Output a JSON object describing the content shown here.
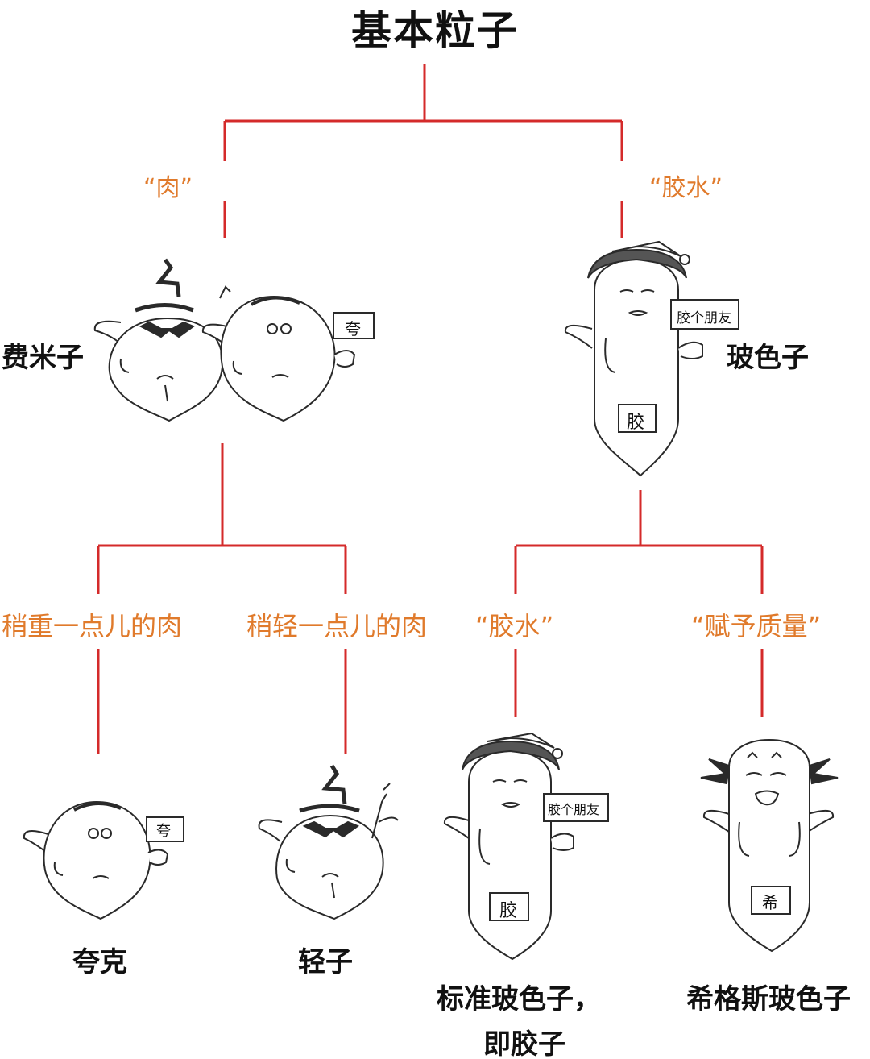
{
  "title": "基本粒子",
  "colors": {
    "line": "#d42a2a",
    "branch_text": "#e07a2b",
    "node_text": "#111111",
    "ink": "#2a2a2a"
  },
  "branches": {
    "meat": "“肉”",
    "glue_top": "“胶水”",
    "heavier_meat": "稍重一点儿的肉",
    "lighter_meat": "稍轻一点儿的肉",
    "glue": "“胶水”",
    "give_mass": "“赋予质量”"
  },
  "nodes": {
    "fermion": "费米子",
    "boson": "玻色子",
    "quark": "夸克",
    "lepton": "轻子",
    "gauge_boson_line1": "标准玻色子，",
    "gauge_boson_line2": "即胶子",
    "higgs_boson": "希格斯玻色子"
  },
  "character_text": {
    "quark_sign": "夸",
    "glue_sign": "胶个朋友",
    "glue_body": "胶",
    "higgs_body": "希"
  }
}
